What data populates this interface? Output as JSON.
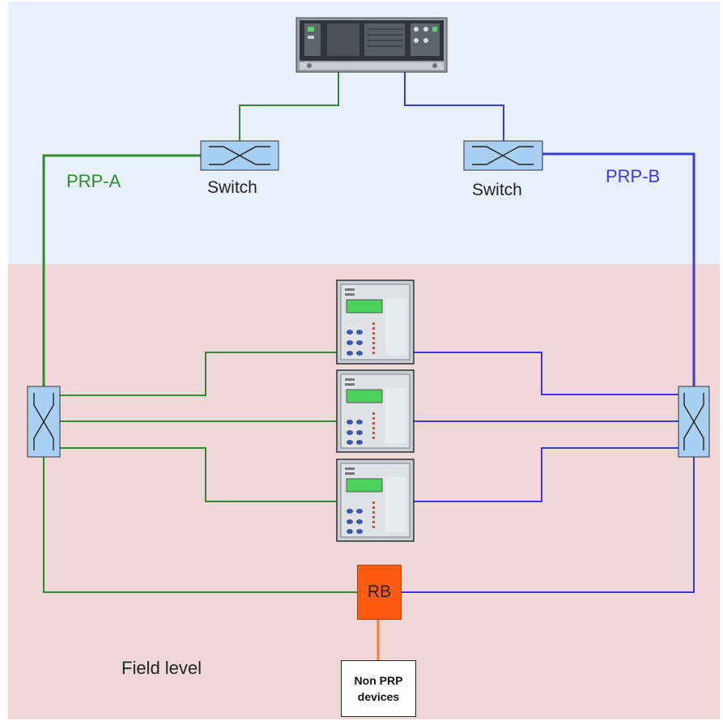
{
  "labels": {
    "switch_left": "Switch",
    "switch_right": "Switch",
    "prp_a": "PRP-A",
    "prp_b": "PRP-B",
    "field_level": "Field level",
    "rb": "RB",
    "non_prp": "Non PRP\ndevices"
  },
  "colors": {
    "zone_top": "#e8f1fb",
    "zone_bottom": "#f0d8d8",
    "prp_a_line": "#2e8b2e",
    "prp_b_line": "#3a3ae0",
    "switch_fill": "#a9d0f2",
    "rb_fill": "#ff5a12",
    "rb_link": "#ff7a2a"
  },
  "nodes": {
    "server": "rack-server-icon",
    "switches": [
      "network-switch-icon",
      "network-switch-icon"
    ],
    "field_switches": [
      "network-switch-icon",
      "network-switch-icon"
    ],
    "relays": [
      "protection-relay-icon",
      "protection-relay-icon",
      "protection-relay-icon"
    ]
  }
}
